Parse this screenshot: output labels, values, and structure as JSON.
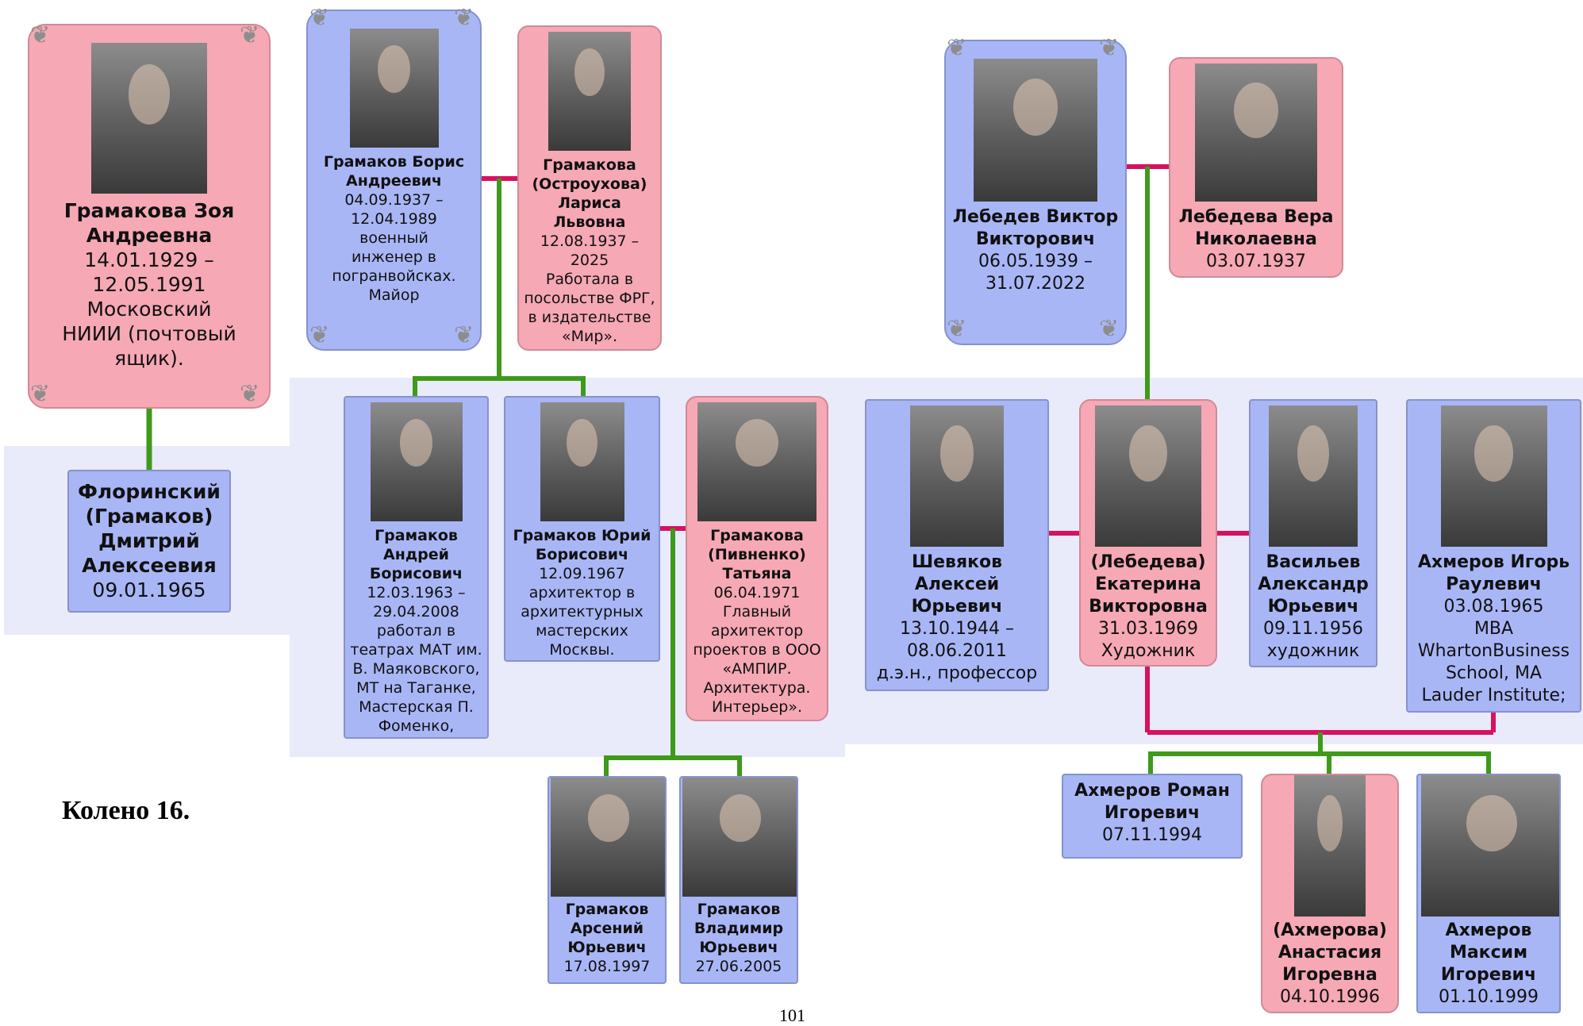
{
  "colors": {
    "male": "#a9b6f6",
    "female": "#f6a8b5",
    "marriage_line": "#d6125e",
    "descent_line": "#3f9a1c",
    "band": "#e9ebfa"
  },
  "people": {
    "zoya": {
      "name": "Грамакова Зоя Андреевна",
      "lines": [
        "14.01.1929 –",
        "12.05.1991",
        "Московский",
        "НИИИ (почтовый",
        "ящик)."
      ]
    },
    "dmitry": {
      "name": "Флоринский (Грамаков) Дмитрий Алексеевия",
      "lines": [
        "09.01.1965"
      ]
    },
    "boris": {
      "name": "Грамаков Борис Андреевич",
      "lines": [
        "04.09.1937 –",
        "12.04.1989",
        "военный",
        "инженер в",
        "погранвойсках.",
        "Майор"
      ]
    },
    "larisa": {
      "name": "Грамакова (Остроухова) Лариса Львовна",
      "lines": [
        "12.08.1937 –",
        "2025",
        "Работала в",
        "посольстве ФРГ,",
        "в издательстве",
        "«Мир»."
      ]
    },
    "andrey": {
      "name": "Грамаков Андрей Борисович",
      "lines": [
        "12.03.1963 –",
        "29.04.2008",
        "работал в",
        "театрах МАТ им.",
        "В. Маяковского,",
        "МТ на Таганке,",
        "Мастерская П.",
        "Фоменко,"
      ]
    },
    "yuri": {
      "name": "Грамаков Юрий Борисович",
      "lines": [
        "12.09.1967",
        "архитектор в",
        "архитектурных",
        "мастерских",
        "Москвы."
      ]
    },
    "tatyana": {
      "name": "Грамакова (Пивненко) Татьяна",
      "lines": [
        "06.04.1971",
        "Главный",
        "архитектор",
        "проектов в ООО",
        "«АМПИР.",
        "Архитектура.",
        "Интерьер»."
      ]
    },
    "arseniy": {
      "name": "Грамаков Арсений Юрьевич",
      "lines": [
        "17.08.1997"
      ]
    },
    "vladimir": {
      "name": "Грамаков Владимир Юрьевич",
      "lines": [
        "27.06.2005"
      ]
    },
    "viktor": {
      "name": "Лебедев Виктор Викторович",
      "lines": [
        "06.05.1939 –",
        "31.07.2022"
      ]
    },
    "vera": {
      "name": "Лебедева Вера Николаевна",
      "lines": [
        "03.07.1937"
      ]
    },
    "aleksey": {
      "name": "Шевяков Алексей Юрьевич",
      "lines": [
        "13.10.1944 –",
        "08.06.2011",
        "д.э.н., профессор"
      ]
    },
    "ekaterina": {
      "name": "(Лебедева) Екатерина Викторовна",
      "lines": [
        "31.03.1969",
        "Художник"
      ]
    },
    "aleksandr": {
      "name": "Васильев Александр Юрьевич",
      "lines": [
        "09.11.1956",
        "художник"
      ]
    },
    "igor": {
      "name": "Ахмеров Игорь Раулевич",
      "lines": [
        "03.08.1965",
        "MBA",
        "WhartonBusiness",
        "School, MA",
        "Lauder Institute;"
      ]
    },
    "roman": {
      "name": "Ахмеров Роман Игоревич",
      "lines": [
        "07.11.1994"
      ]
    },
    "anastasia": {
      "name": "(Ахмерова) Анастасия Игоревна",
      "lines": [
        "04.10.1996"
      ]
    },
    "maksim": {
      "name": "Ахмеров Максим Игоревич",
      "lines": [
        "01.10.1999"
      ]
    }
  },
  "caption": "Колено 16.",
  "page_number": "101"
}
